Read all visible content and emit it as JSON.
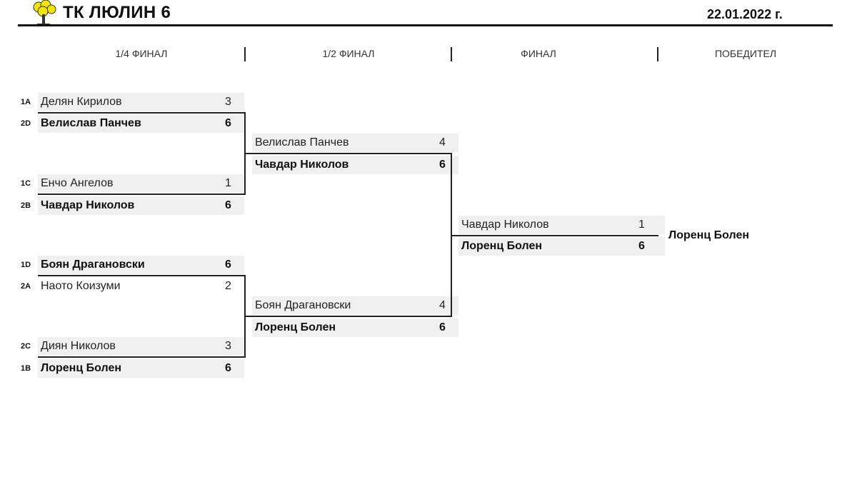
{
  "header": {
    "title": "ТК ЛЮЛИН 6",
    "date": "22.01.2022 г."
  },
  "rounds": [
    "1/4 ФИНАЛ",
    "1/2 ФИНАЛ",
    "ФИНАЛ",
    "ПОБЕДИТЕЛ"
  ],
  "quarterfinals": [
    {
      "seed": "1A",
      "name": "Делян Кирилов",
      "score": "3",
      "winner": false
    },
    {
      "seed": "2D",
      "name": "Велислав Панчев",
      "score": "6",
      "winner": true
    },
    {
      "seed": "1C",
      "name": "Енчо Ангелов",
      "score": "1",
      "winner": false
    },
    {
      "seed": "2B",
      "name": "Чавдар Николов",
      "score": "6",
      "winner": true
    },
    {
      "seed": "1D",
      "name": "Боян Драгановски",
      "score": "6",
      "winner": true
    },
    {
      "seed": "2A",
      "name": "Наото Коизуми",
      "score": "2",
      "winner": false
    },
    {
      "seed": "2C",
      "name": "Диян Николов",
      "score": "3",
      "winner": false
    },
    {
      "seed": "1B",
      "name": "Лоренц Болен",
      "score": "6",
      "winner": true
    }
  ],
  "semifinals": [
    {
      "name": "Велислав Панчев",
      "score": "4",
      "winner": false
    },
    {
      "name": "Чавдар Николов",
      "score": "6",
      "winner": true
    },
    {
      "name": "Боян Драгановски",
      "score": "4",
      "winner": false
    },
    {
      "name": "Лоренц Болен",
      "score": "6",
      "winner": true
    }
  ],
  "final": [
    {
      "name": "Чавдар Николов",
      "score": "1",
      "winner": false
    },
    {
      "name": "Лоренц Болен",
      "score": "6",
      "winner": true
    }
  ],
  "champion": "Лоренц Болен",
  "icons": {
    "logo": "tree-logo-icon"
  },
  "colors": {
    "logo_yellow": "#f2e600",
    "row_background": "#f0f0f0",
    "line": "#222222"
  }
}
